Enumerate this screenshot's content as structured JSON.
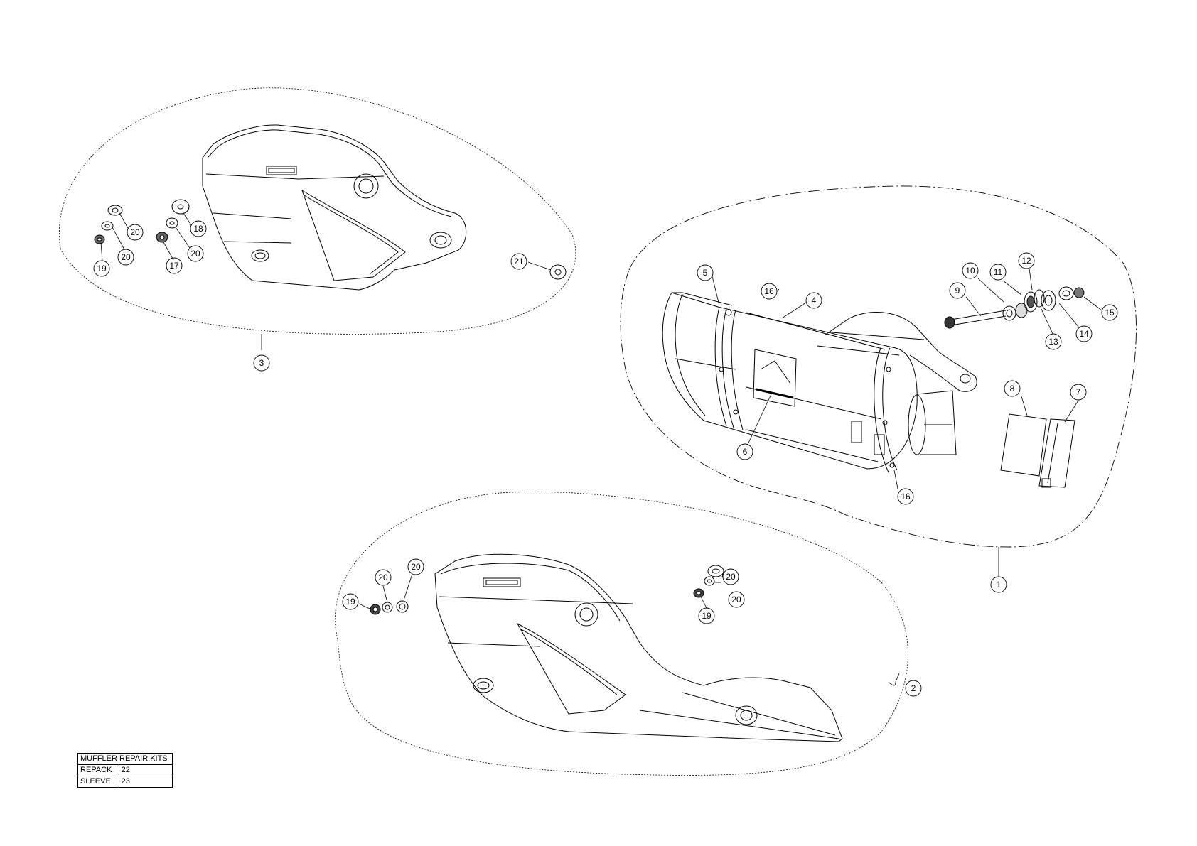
{
  "callouts": {
    "c1": "1",
    "c2": "2",
    "c3": "3",
    "c4": "4",
    "c5": "5",
    "c6": "6",
    "c7": "7",
    "c8": "8",
    "c9": "9",
    "c10": "10",
    "c11": "11",
    "c12": "12",
    "c13": "13",
    "c14": "14",
    "c15": "15",
    "c16a": "16",
    "c16b": "16",
    "c17": "17",
    "c18": "18",
    "c19a": "19",
    "c19b": "19",
    "c19c": "19",
    "c20a": "20",
    "c20b": "20",
    "c20c": "20",
    "c20d": "20",
    "c20e": "20",
    "c20f": "20",
    "c21": "21"
  },
  "repair_kits": {
    "title": "MUFFLER REPAIR KITS",
    "rows": [
      {
        "name": "REPACK",
        "code": "22"
      },
      {
        "name": "SLEEVE",
        "code": "23"
      }
    ]
  }
}
